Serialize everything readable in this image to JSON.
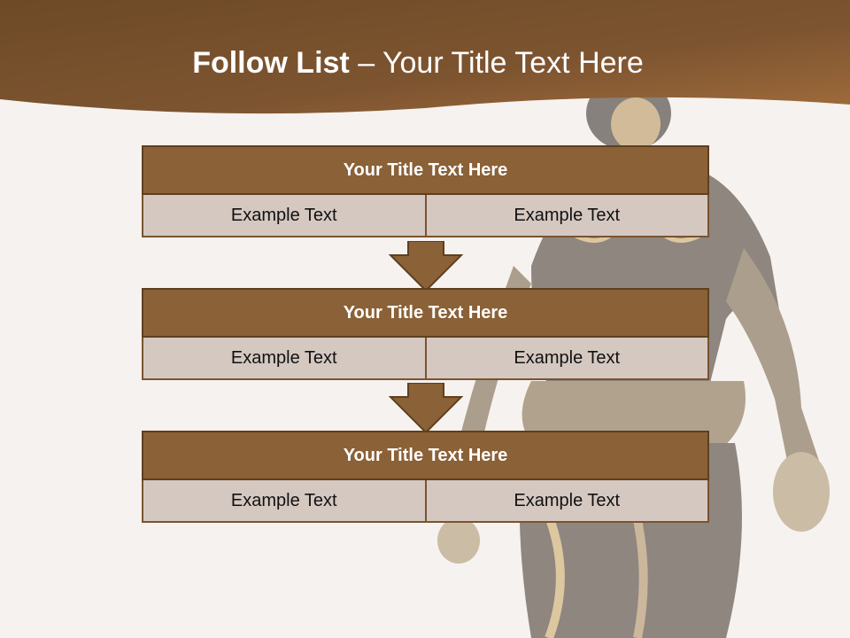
{
  "slide": {
    "title_bold": "Follow List",
    "title_rest": "– Your Title Text Here"
  },
  "colors": {
    "header_dark": "#6e4a27",
    "header_light": "#a06c3b",
    "box_title": "#8b6137",
    "box_cell": "#d5c8c1",
    "background": "#f6f2ef"
  },
  "steps": [
    {
      "title": "Your Title Text Here",
      "cells": [
        "Example Text",
        "Example Text"
      ]
    },
    {
      "title": "Your Title Text Here",
      "cells": [
        "Example Text",
        "Example Text"
      ]
    },
    {
      "title": "Your Title Text Here",
      "cells": [
        "Example Text",
        "Example Text"
      ]
    }
  ]
}
